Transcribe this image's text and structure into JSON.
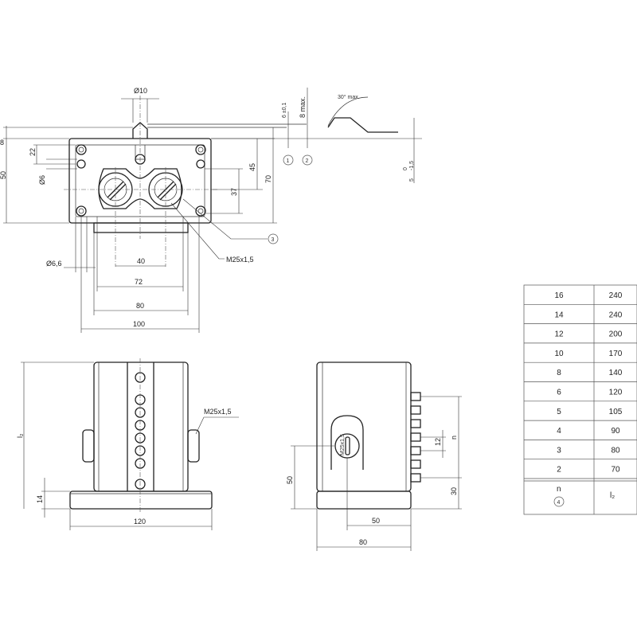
{
  "top_view": {
    "dia_shaft": "Ø10",
    "dim_8": "8",
    "dim_50": "50",
    "dim_22": "22",
    "dim_d6": "Ø6",
    "dim_d66": "Ø6,6",
    "dim_40": "40",
    "dim_72": "72",
    "dim_80": "80",
    "dim_100": "100",
    "dim_45": "45",
    "dim_37": "37",
    "dim_70": "70",
    "dim_6tol": "6 ±0,1",
    "dim_8max": "8 max.",
    "angle": "30° max.",
    "dim_5": "5",
    "dim_5_upper": "0",
    "dim_5_lower": "-1,5",
    "thread": "M25x1,5",
    "callout_1": "1",
    "callout_2": "2",
    "callout_3": "3"
  },
  "front_view": {
    "l2": "l₂",
    "thread": "M25x1,5",
    "dim_14": "14",
    "dim_120": "120"
  },
  "side_view": {
    "thread_label": "M25x1,5",
    "dim_n": "n",
    "dim_12": "12",
    "dim_30": "30",
    "dim_50v": "50",
    "dim_50h": "50",
    "dim_80": "80"
  },
  "table": {
    "rows": [
      {
        "n": "16",
        "l2": "240"
      },
      {
        "n": "14",
        "l2": "240"
      },
      {
        "n": "12",
        "l2": "200"
      },
      {
        "n": "10",
        "l2": "170"
      },
      {
        "n": "8",
        "l2": "140"
      },
      {
        "n": "6",
        "l2": "120"
      },
      {
        "n": "5",
        "l2": "105"
      },
      {
        "n": "4",
        "l2": "90"
      },
      {
        "n": "3",
        "l2": "80"
      },
      {
        "n": "2",
        "l2": "70"
      }
    ],
    "header_n": "n",
    "header_n_callout": "4",
    "header_l2": "l₂"
  }
}
